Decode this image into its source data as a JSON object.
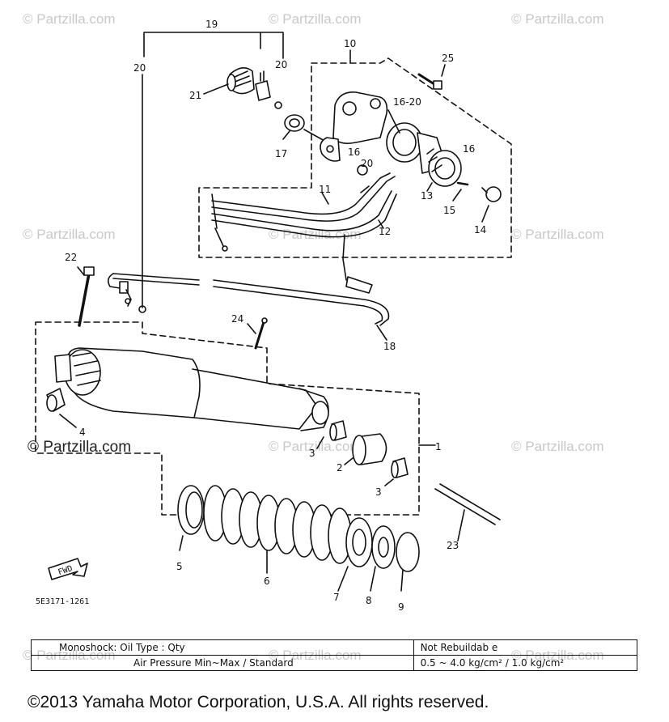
{
  "watermark": "© Partzilla.com",
  "diagram_code": "5E3171-1261",
  "fwd_label": "FWD",
  "callouts": {
    "c1": "1",
    "c2": "2",
    "c3a": "3",
    "c3b": "3",
    "c4": "4",
    "c5": "5",
    "c6": "6",
    "c7": "7",
    "c8": "8",
    "c9": "9",
    "c10": "10",
    "c11": "11",
    "c12": "12",
    "c13": "13",
    "c14": "14",
    "c15": "15",
    "c16a": "16",
    "c16b": "16",
    "c16_20": "16-20",
    "c17": "17",
    "c18": "18",
    "c19": "19",
    "c20a": "20",
    "c20b": "20",
    "c20c": "20",
    "c21": "21",
    "c22": "22",
    "c23": "23",
    "c24": "24",
    "c25": "25"
  },
  "specs": {
    "row1_label": "Monoshock: Oil Type : Qty",
    "row1_value": "Not Rebuildab e",
    "row2_label": "Air Pressure Min~Max / Standard",
    "row2_value": "0.5 ~ 4.0 kg/cm² / 1.0 kg/cm²"
  },
  "footer": "©2013 Yamaha Motor Corporation, U.S.A. All rights reserved."
}
